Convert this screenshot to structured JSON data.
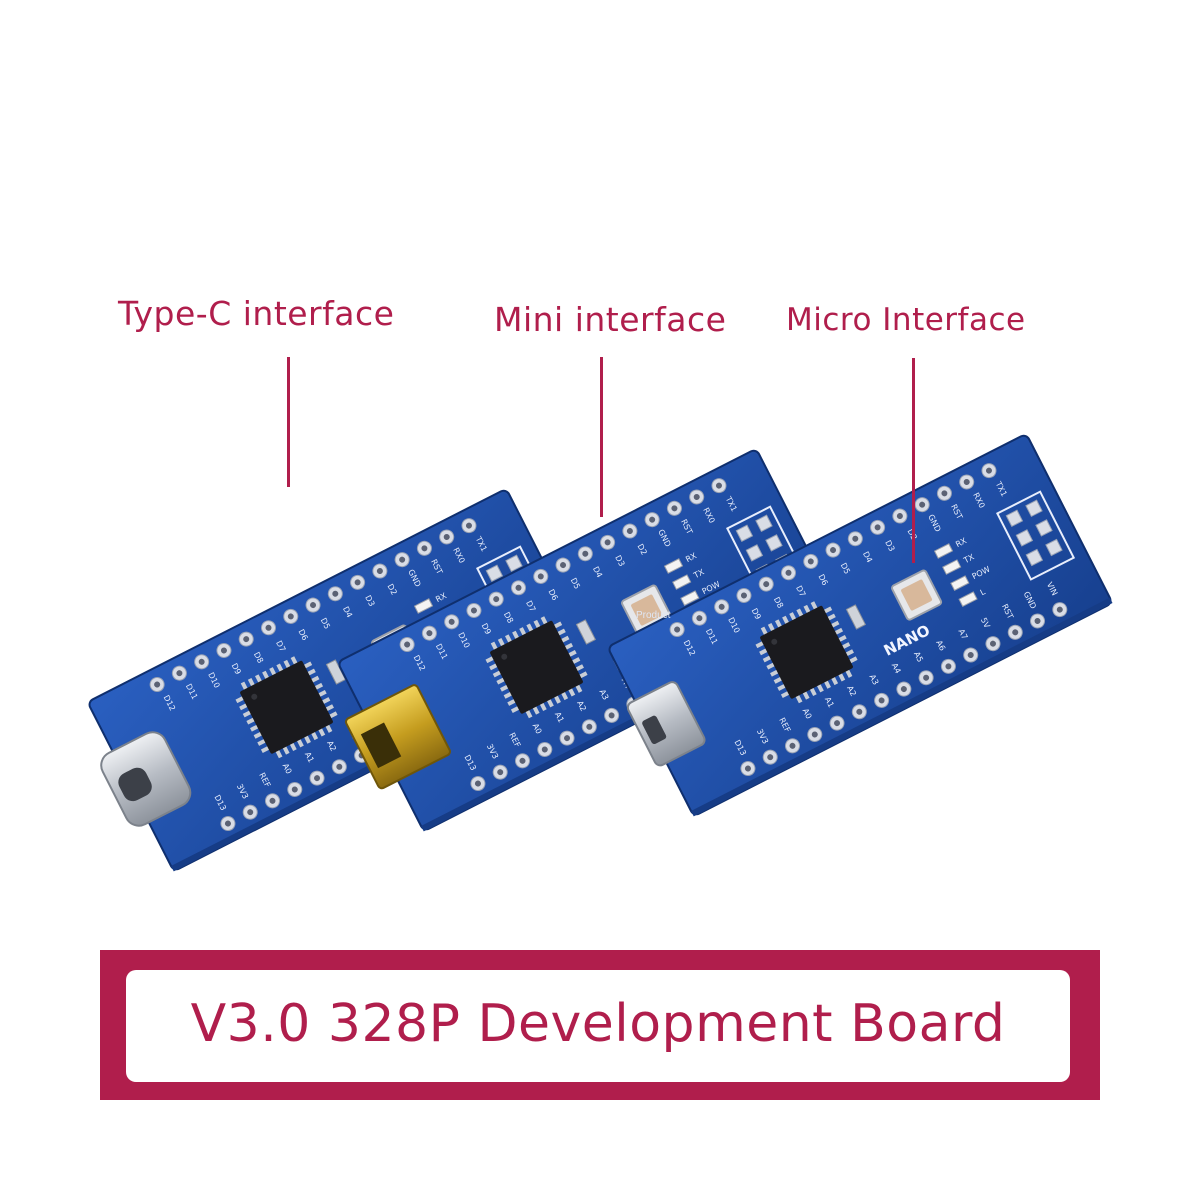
{
  "labels": {
    "type_c": "Type-C interface",
    "mini": "Mini interface",
    "micro": "Micro Interface"
  },
  "banner": {
    "title": "V3.0 328P Development Board"
  },
  "watermark": "Product",
  "board_silkscreen": {
    "brand": "NANO",
    "pins_top": [
      "D12",
      "D11",
      "D10",
      "D9",
      "D8",
      "D7",
      "D6",
      "D5",
      "D4",
      "D3",
      "D2",
      "GND",
      "RST",
      "RX0",
      "TX1"
    ],
    "pins_bottom": [
      "D13",
      "3V3",
      "REF",
      "A0",
      "A1",
      "A2",
      "A3",
      "A4",
      "A5",
      "A6",
      "A7",
      "5V",
      "RST",
      "GND",
      "VIN"
    ],
    "leds": [
      "RX",
      "TX",
      "POW",
      "L"
    ]
  },
  "colors": {
    "accent": "#b01e4c",
    "pcb": "#1f4fa8",
    "pcb_dark": "#163c86",
    "chip": "#1a1a1e",
    "pad": "#d9dde6",
    "usb_silver": "#c7ccd4",
    "usb_gold": "#c9a227"
  }
}
